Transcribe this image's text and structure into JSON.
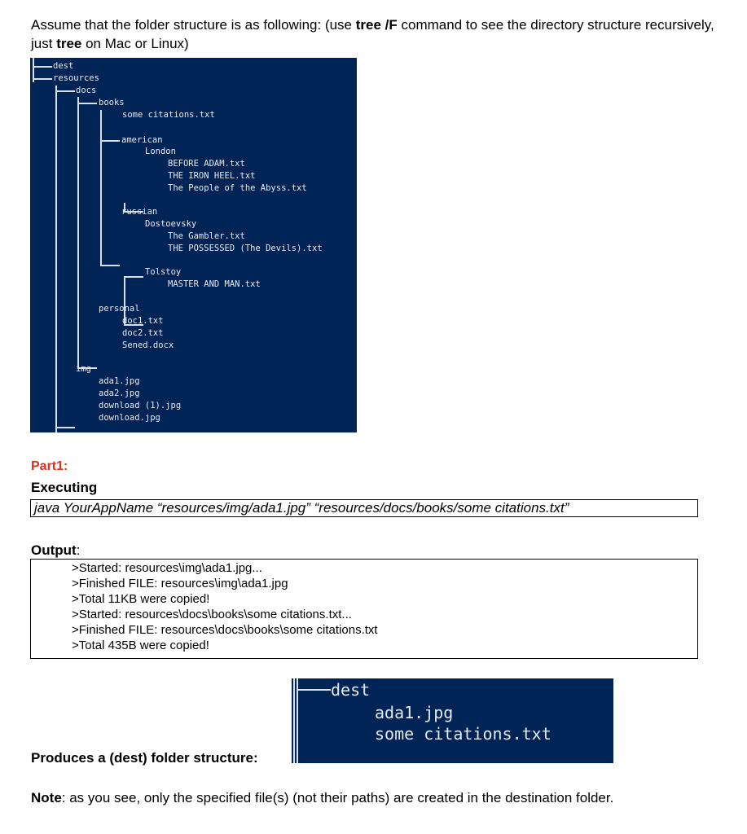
{
  "intro": {
    "part1": "Assume that the folder structure is as following: (use ",
    "cmd1": "tree /F",
    "part2": " command to see the directory structure recursively, just ",
    "cmd2": "tree",
    "part3": " on Mac or Linux)"
  },
  "tree": {
    "dest": "dest",
    "resources": "resources",
    "docs": "docs",
    "books": "books",
    "some_citations": "some citations.txt",
    "american": "american",
    "london": "London",
    "before_adam": "BEFORE ADAM.txt",
    "iron_heel": "THE IRON HEEL.txt",
    "people_abyss": "The People of the Abyss.txt",
    "russian": "russian",
    "dostoevsky": "Dostoevsky",
    "gambler": "The Gambler.txt",
    "possessed": "THE POSSESSED (The Devils).txt",
    "tolstoy": "Tolstoy",
    "master_man": "MASTER AND MAN.txt",
    "personal": "personal",
    "doc1": "doc1.txt",
    "doc2": "doc2.txt",
    "sened": "Sened.docx",
    "img": "img",
    "ada1": "ada1.jpg",
    "ada2": "ada2.jpg",
    "download1": "download (1).jpg",
    "download": "download.jpg"
  },
  "part_label": "Part1:",
  "executing_label": "Executing",
  "command": "java YourAppName “resources/img/ada1.jpg” “resources/docs/books/some citations.txt”",
  "output_label": "Output",
  "output_colon": ":",
  "output_lines": [
    ">Started: resources\\img\\ada1.jpg...",
    ">Finished FILE: resources\\img\\ada1.jpg",
    ">Total 11KB were copied!",
    ">Started: resources\\docs\\books\\some citations.txt...",
    ">Finished FILE: resources\\docs\\books\\some citations.txt",
    ">Total 435B were copied!"
  ],
  "produces_label": "Produces a (dest) folder structure:",
  "dest_tree": {
    "dest": "dest",
    "ada1": "ada1.jpg",
    "some_citations": "some citations.txt"
  },
  "note": {
    "label": "Note",
    "text": ": as you see, only the specified file(s) (not their paths) are created in the destination folder."
  }
}
